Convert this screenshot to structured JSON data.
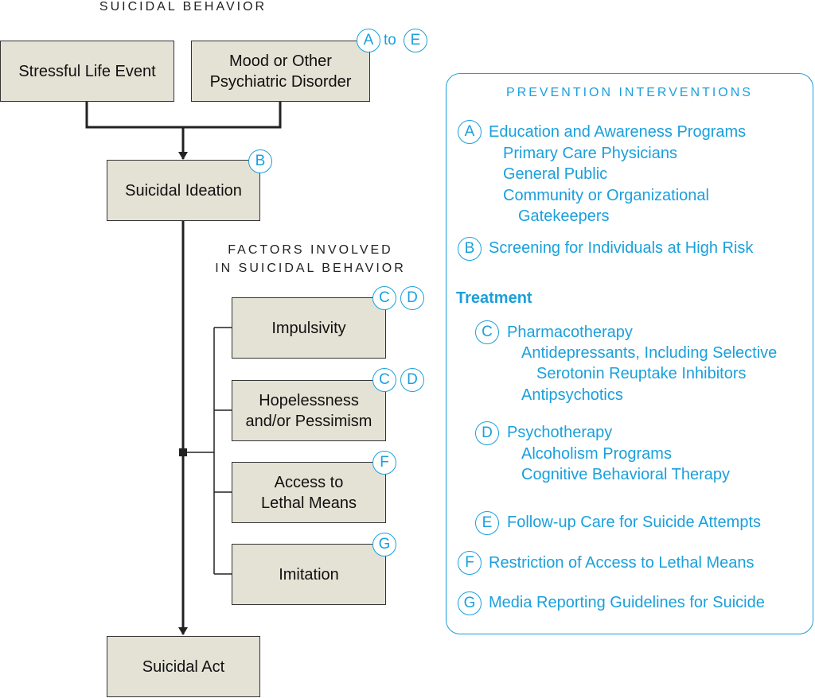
{
  "headings": {
    "top": "SUICIDAL BEHAVIOR",
    "factors_line1": "FACTORS INVOLVED",
    "factors_line2": "IN SUICIDAL BEHAVIOR"
  },
  "boxes": {
    "stressful": "Stressful Life Event",
    "mood_line1": "Mood or Other",
    "mood_line2": "Psychiatric Disorder",
    "ideation": "Suicidal Ideation",
    "impulsivity": "Impulsivity",
    "hopeless_line1": "Hopelessness",
    "hopeless_line2": "and/or Pessimism",
    "access_line1": "Access to",
    "access_line2": "Lethal Means",
    "imitation": "Imitation",
    "act": "Suicidal Act"
  },
  "badges": {
    "a": "A",
    "to": "to",
    "e": "E",
    "b": "B",
    "c": "C",
    "d": "D",
    "f": "F",
    "g": "G"
  },
  "panel": {
    "title": "PREVENTION INTERVENTIONS",
    "a_title": "Education and Awareness Programs",
    "a_sub1": "Primary Care Physicians",
    "a_sub2": "General Public",
    "a_sub3": "Community or Organizational",
    "a_sub4": "Gatekeepers",
    "b_title": "Screening for Individuals at High Risk",
    "treatment": "Treatment",
    "c_title": "Pharmacotherapy",
    "c_sub1": "Antidepressants, Including Selective",
    "c_sub2": "Serotonin Reuptake Inhibitors",
    "c_sub3": "Antipsychotics",
    "d_title": "Psychotherapy",
    "d_sub1": "Alcoholism Programs",
    "d_sub2": "Cognitive Behavioral Therapy",
    "e_title": "Follow-up Care for Suicide Attempts",
    "f_title": "Restriction of Access to Lethal Means",
    "g_title": "Media Reporting Guidelines for Suicide"
  },
  "colors": {
    "accent": "#1aa0dc",
    "box_fill": "#e4e2d5",
    "line": "#222222"
  }
}
